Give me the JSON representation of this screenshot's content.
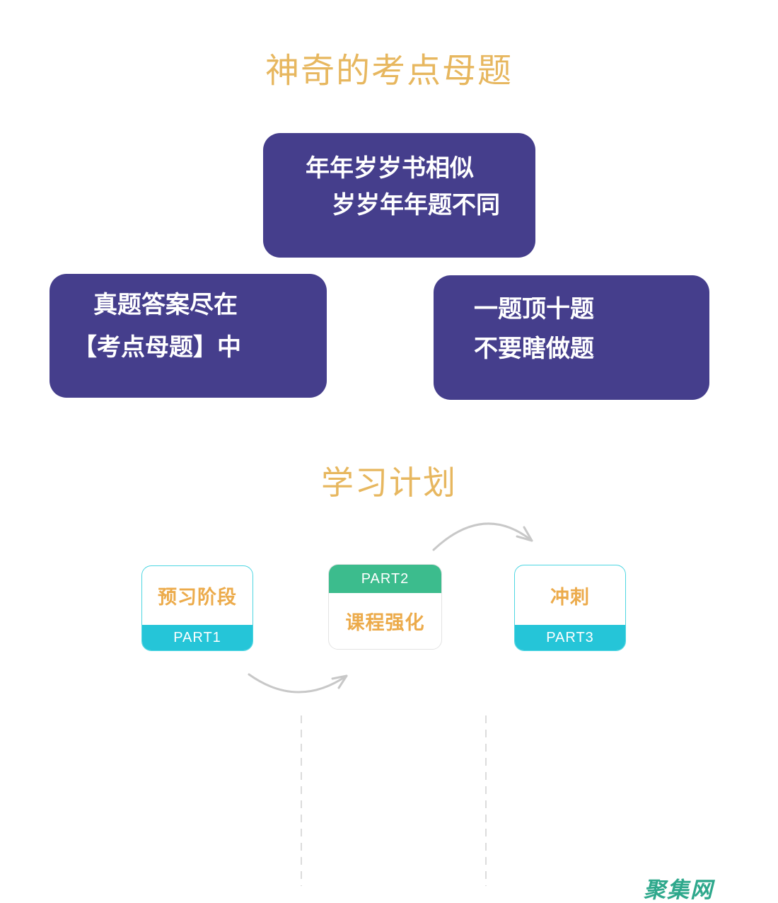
{
  "page": {
    "background": "#FFFFFF"
  },
  "section1": {
    "title": "神奇的考点母题",
    "title_color": "#E7B75F",
    "box_bg": "#453E8C",
    "box_text_color": "#FFFFFF",
    "boxes": [
      {
        "name": "top",
        "lines": [
          "年年岁岁书相似",
          "岁岁年年题不同"
        ]
      },
      {
        "name": "left",
        "lines": [
          "真题答案尽在",
          "【考点母题】中"
        ]
      },
      {
        "name": "right",
        "lines": [
          "一题顶十题",
          "不要瞎做题"
        ]
      }
    ]
  },
  "section2": {
    "title": "学习计划",
    "title_color": "#E7B75F",
    "label_color": "#ECAB4B",
    "arrow_color": "#C8C8C8",
    "dash_color": "#D4D4D4",
    "cards": [
      {
        "part": "PART1",
        "label": "预习阶段",
        "bar_position": "bottom",
        "bar_color": "#25C5D8"
      },
      {
        "part": "PART2",
        "label": "课程强化",
        "bar_position": "top",
        "bar_color": "#3CBC8D"
      },
      {
        "part": "PART3",
        "label": "冲刺",
        "bar_position": "bottom",
        "bar_color": "#25C5D8"
      }
    ]
  },
  "watermark": {
    "text": "聚集网",
    "color": "#2EA88C"
  }
}
